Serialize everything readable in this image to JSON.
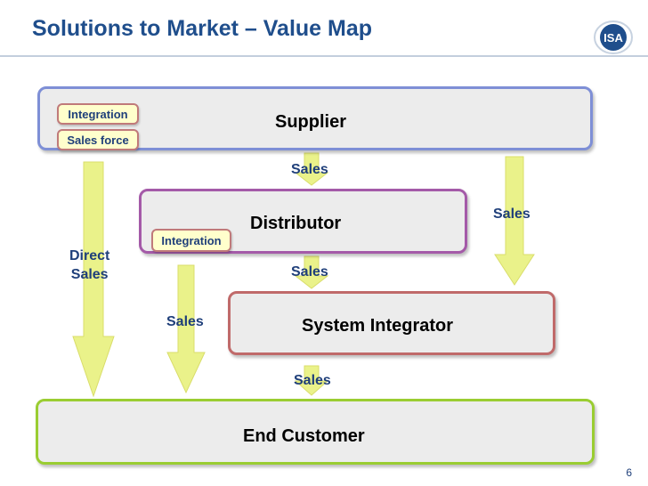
{
  "slide": {
    "title": "Solutions to Market – Value Map",
    "page_number": "6",
    "logo_text": "ISA"
  },
  "boxes": {
    "supplier": "Supplier",
    "distributor": "Distributor",
    "system_integrator": "System Integrator",
    "end_customer": "End Customer"
  },
  "tags": {
    "supplier_integration": "Integration",
    "supplier_sales_force": "Sales force",
    "distributor_integration": "Integration"
  },
  "flows": {
    "supplier_to_distributor": "Sales",
    "supplier_to_integrator": "Sales",
    "distributor_to_integrator": "Sales",
    "distributor_to_customer": "Sales",
    "integrator_to_customer": "Sales",
    "direct_line1": "Direct",
    "direct_line2": "Sales"
  },
  "colors": {
    "title": "#1f4e8c",
    "supplier_border": "#7e8fd6",
    "distributor_border": "#a45aa8",
    "integrator_border": "#c06a6a",
    "customer_border": "#9acd32",
    "arrow_fill": "#eaf28a"
  }
}
